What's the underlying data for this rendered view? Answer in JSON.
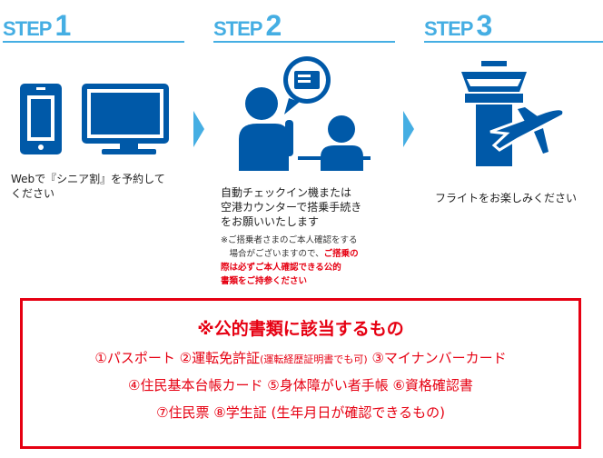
{
  "steps": [
    {
      "word": "STEP",
      "num": "1",
      "text": "Webで『シニア割』を予約して\nください"
    },
    {
      "word": "STEP",
      "num": "2",
      "text": "自動チェックイン機または\n空港カウンターで搭乗手続き\nをお願いいたします",
      "note_plain": "※ご搭乗者さまのご本人確認をする\n　場合がございますので、",
      "note_red": "ご搭乗の\n際は必ずご本人確認できる公的\n書類をご持参ください"
    },
    {
      "word": "STEP",
      "num": "3",
      "text": "フライトをお楽しみください"
    }
  ],
  "documents": {
    "title": "※公的書類に該当するもの",
    "line1": "①パスポート ②運転免許証",
    "line1_small": "(運転経歴証明書でも可)",
    "line1_end": " ③マイナンバーカード",
    "line2": "④住民基本台帳カード ⑤身体障がい者手帳 ⑥資格確認書",
    "line3": "⑦住民票 ⑧学生証 (生年月日が確認できるもの)"
  },
  "colors": {
    "accent": "#45aee3",
    "icon": "#0059a8",
    "red": "#e60012"
  }
}
